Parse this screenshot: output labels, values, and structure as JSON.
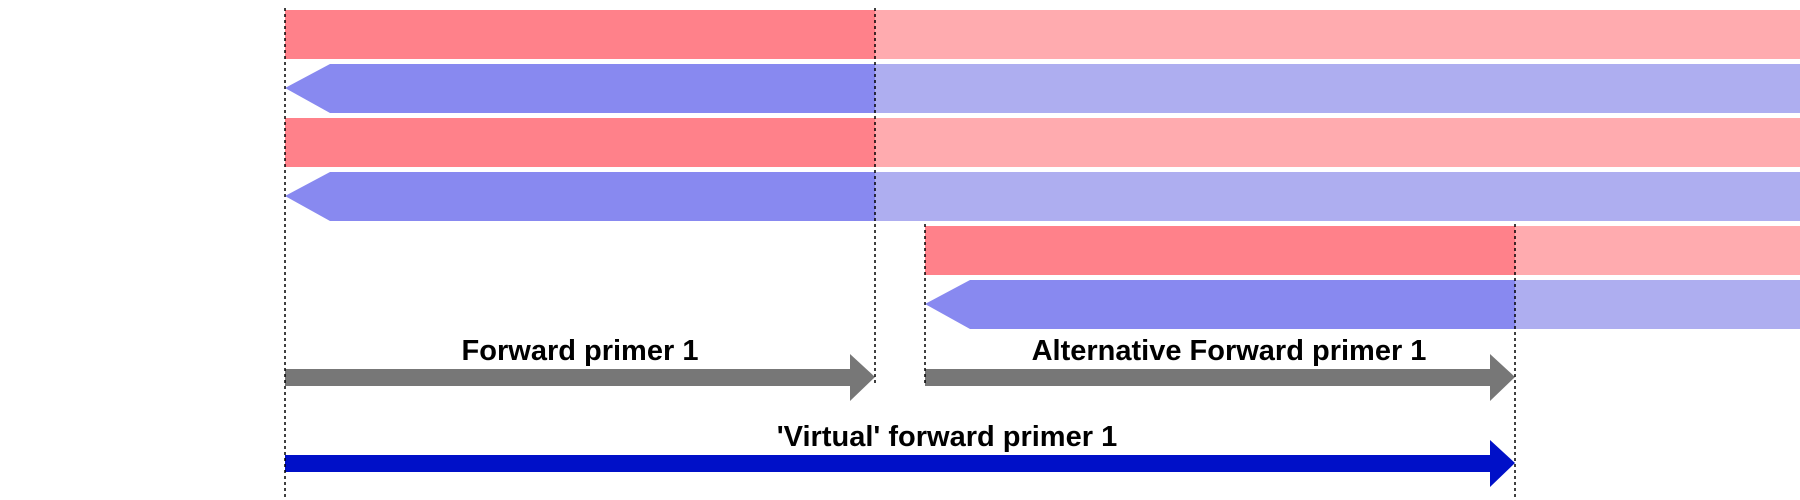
{
  "labels": {
    "forward_primer": "Forward primer 1",
    "alternative_forward_primer": "Alternative Forward primer 1",
    "virtual_forward_primer": "'Virtual' forward primer 1"
  },
  "colors": {
    "forward_strand_primer": "#ff818a",
    "forward_strand_rest": "#ffabaf",
    "reverse_strand_primer": "#8889f0",
    "reverse_strand_rest": "#aeaef0",
    "primer_arrow": "#777777",
    "virtual_primer_arrow": "#0010c8",
    "guide_line": "#000000"
  }
}
